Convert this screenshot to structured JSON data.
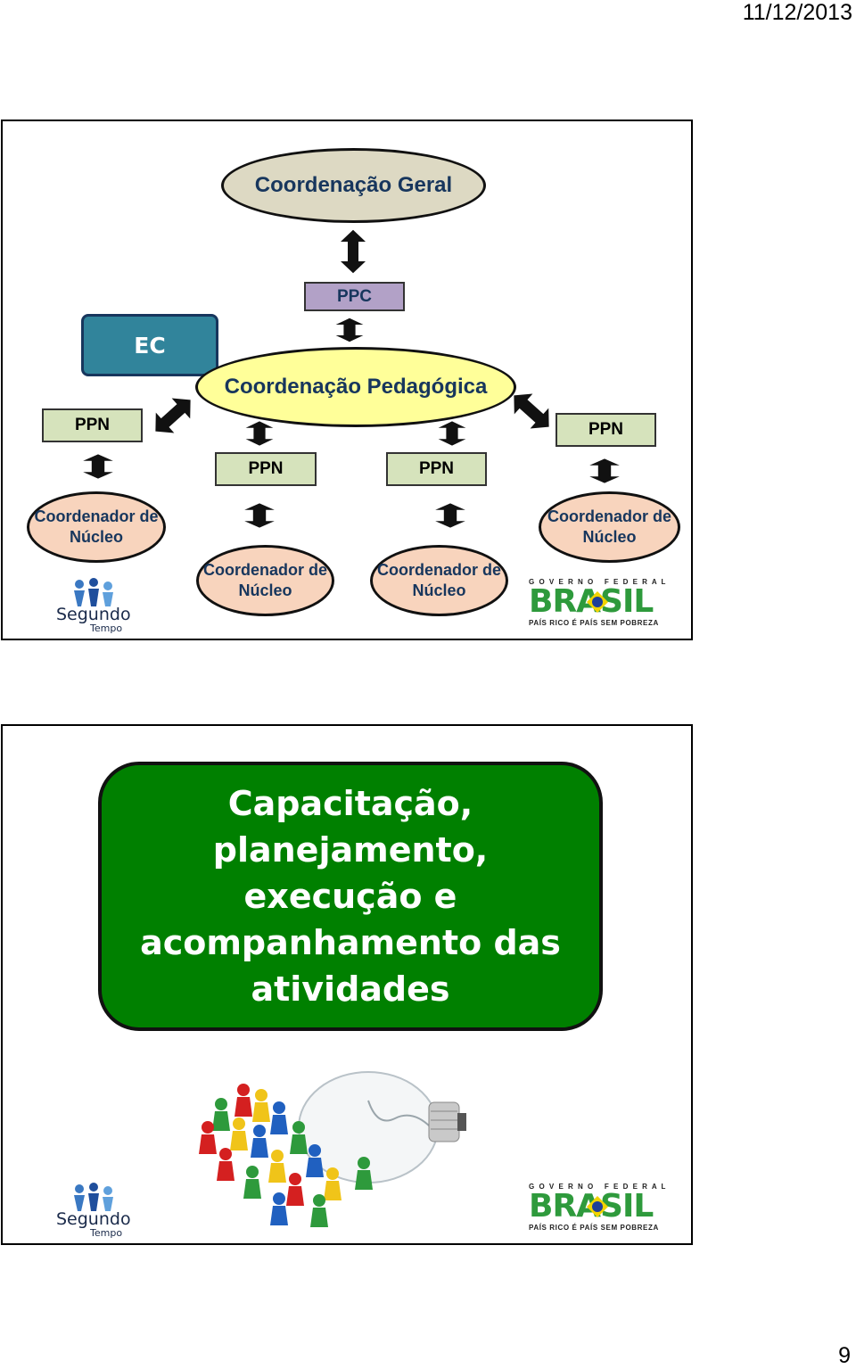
{
  "header": {
    "date": "11/12/2013"
  },
  "slide1": {
    "coordenacao_geral": "Coordenação Geral",
    "ppc": "PPC",
    "ec": "EC",
    "coordenacao_pedagogica": "Coordenação Pedagógica",
    "ppn_labels": [
      "PPN",
      "PPN",
      "PPN",
      "PPN"
    ],
    "coordenador_nucleo": [
      "Coordenador de Núcleo",
      "Coordenador de Núcleo",
      "Coordenador de Núcleo",
      "Coordenador de Núcleo"
    ]
  },
  "logos": {
    "segundo": "Segundo",
    "tempo": "Tempo",
    "governo_federal": "G O V E R N O   F E D E R A L",
    "brasil": "BRASIL",
    "brasil_slogan": "PAÍS RICO É PAÍS SEM POBREZA"
  },
  "slide2": {
    "headline": "Capacitação, planejamento, execução e acompanhamento das atividades"
  },
  "footer": {
    "page_number": "9"
  }
}
